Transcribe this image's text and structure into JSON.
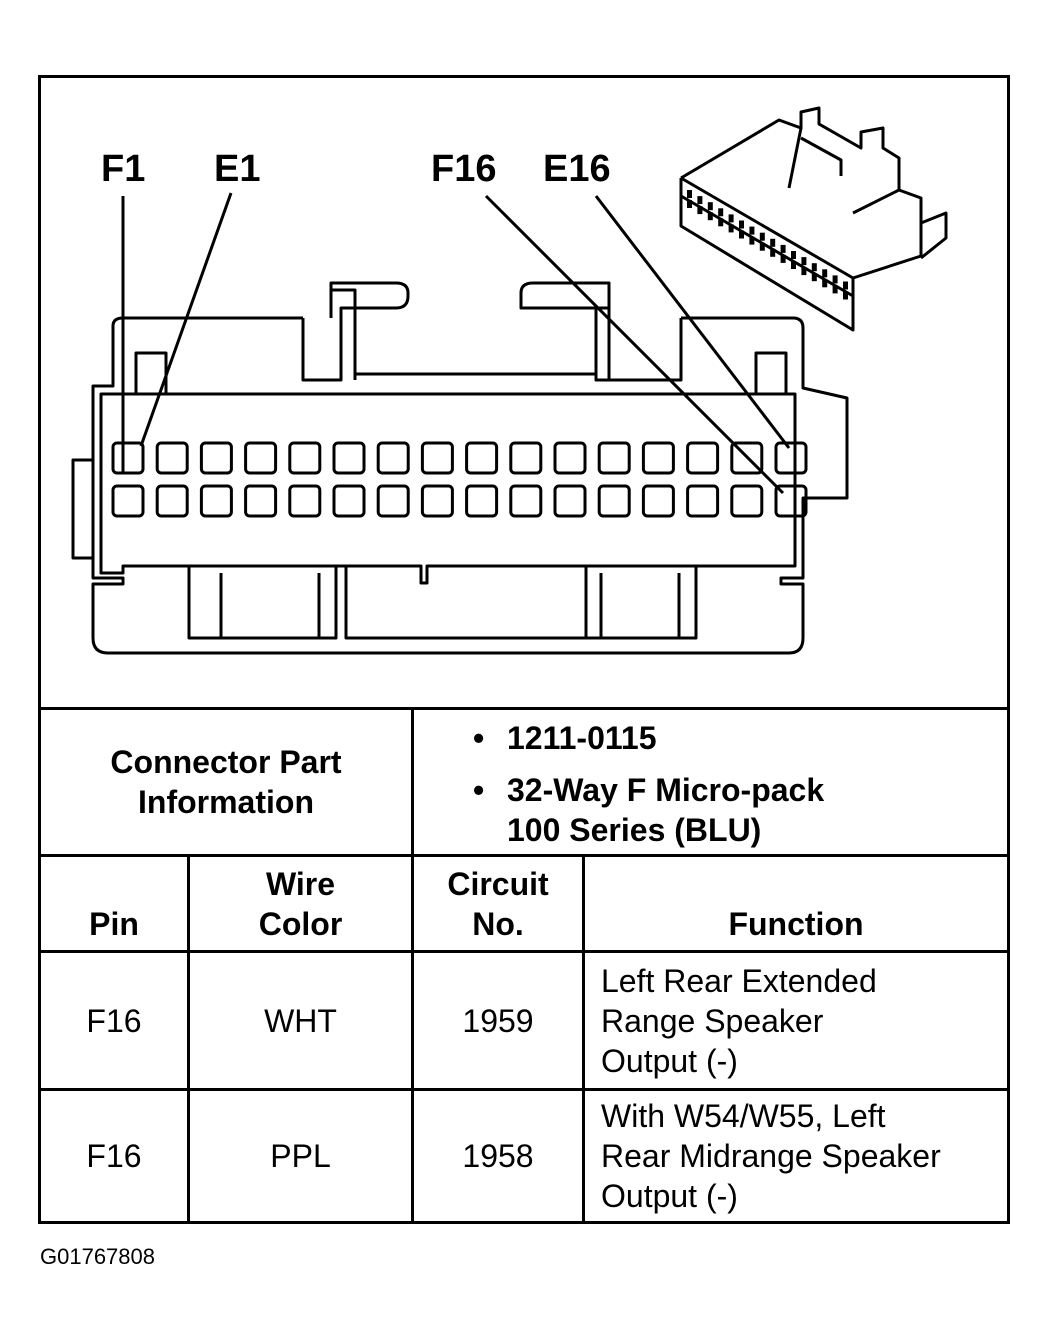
{
  "connector": {
    "pin_labels": [
      "F1",
      "E1",
      "F16",
      "E16"
    ],
    "pins_per_row": 16,
    "rows": 2
  },
  "part_info": {
    "label_line1": "Connector Part",
    "label_line2": "Information",
    "bullet1": "1211-0115",
    "bullet2_line1": "32-Way F Micro-pack",
    "bullet2_line2": "100 Series (BLU)"
  },
  "table": {
    "headers": {
      "pin": "Pin",
      "wire_color_1": "Wire",
      "wire_color_2": "Color",
      "circuit_1": "Circuit",
      "circuit_2": "No.",
      "function": "Function"
    },
    "rows": [
      {
        "pin": "F16",
        "wire_color": "WHT",
        "circuit": "1959",
        "function_lines": [
          "Left Rear Extended",
          "Range Speaker",
          "Output (-)"
        ]
      },
      {
        "pin": "F16",
        "wire_color": "PPL",
        "circuit": "1958",
        "function_lines": [
          "With W54/W55, Left",
          "Rear Midrange Speaker",
          "Output (-)"
        ]
      }
    ]
  },
  "figure_code": "G01767808"
}
